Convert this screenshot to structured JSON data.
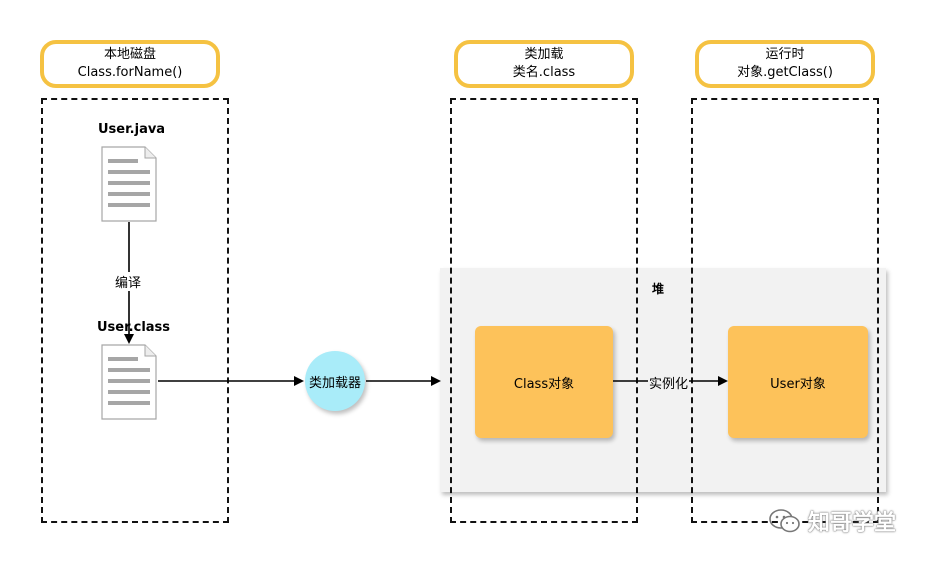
{
  "columns": [
    {
      "line1": "本地磁盘",
      "line2": "Class.forName()"
    },
    {
      "line1": "类加载",
      "line2": "类名.class"
    },
    {
      "line1": "运行时",
      "line2": "对象.getClass()"
    }
  ],
  "files": {
    "source": "User.java",
    "compiled": "User.class"
  },
  "edges": {
    "compile": "编译",
    "instantiate": "实例化"
  },
  "loader": "类加载器",
  "heap": {
    "label": "堆",
    "class_object": "Class对象",
    "user_object": "User对象"
  },
  "watermark": "知哥学堂",
  "colors": {
    "pill_border": "#F5C242",
    "object_fill": "#FDC25A",
    "loader_fill": "#A9ECF9",
    "heap_fill": "#F2F2F2"
  }
}
